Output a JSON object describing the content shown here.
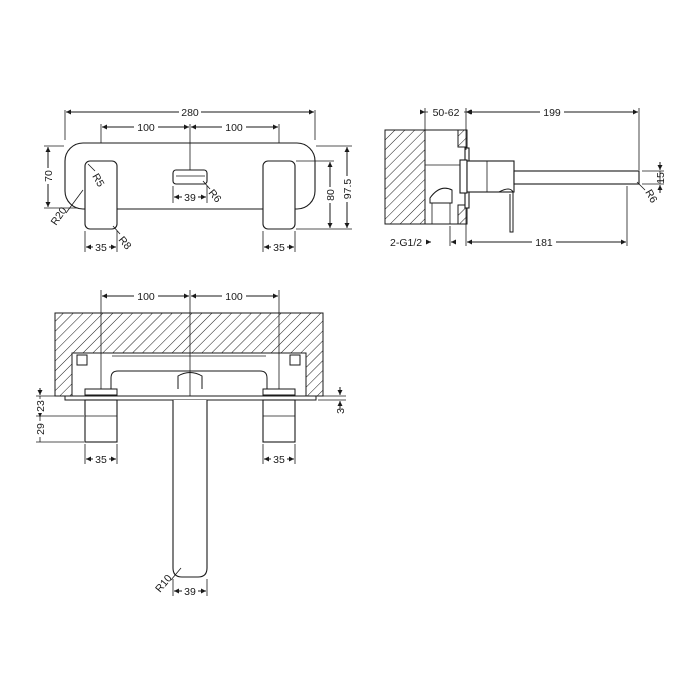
{
  "drawing": {
    "subject": "Wall mounted three-hole basin mixer with spout — technical dimension drawing",
    "line_color": "#1a1a1a",
    "background": "#ffffff"
  },
  "front_view": {
    "overall_width": "280",
    "spacing_left": "100",
    "spacing_right": "100",
    "plate_height": "70",
    "handle_height": "80",
    "overall_height": "97.5",
    "corner_radius_plate": "R20",
    "corner_radius_handle_top": "R5",
    "corner_radius_handle_bottom": "R8",
    "spout_radius": "R6",
    "spout_width": "39",
    "handle_width_left": "35",
    "handle_width_right": "35"
  },
  "side_view": {
    "wall_depth": "50-62",
    "spout_reach": "199",
    "spout_projection": "181",
    "inlet_thread": "2-G1/2",
    "spout_thickness": "15",
    "spout_tip_radius": "R6"
  },
  "plan_view": {
    "spacing_left": "100",
    "spacing_right": "100",
    "handle_upper_height": "23",
    "handle_lower_height": "29",
    "plate_thickness": "3",
    "handle_width_left": "35",
    "handle_width_right": "35",
    "spout_tip_radius": "R10",
    "spout_width": "39"
  }
}
